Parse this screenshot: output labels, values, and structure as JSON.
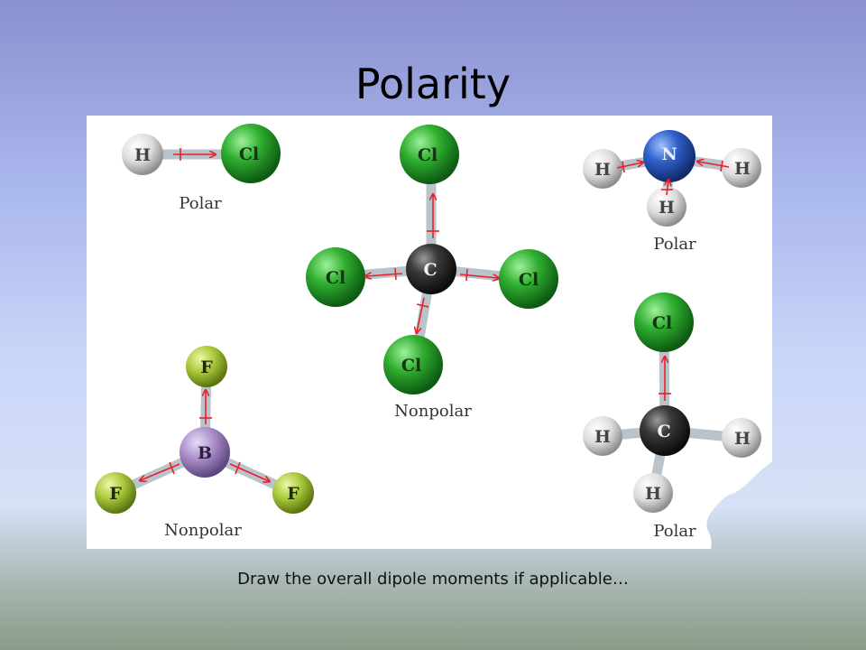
{
  "slide": {
    "title": "Polarity",
    "caption": "Draw the overall dipole moments if applicable…"
  },
  "molecules": {
    "hcl": {
      "atoms": [
        "H",
        "Cl"
      ],
      "label": "Polar"
    },
    "ccl4": {
      "atoms": [
        "C",
        "Cl",
        "Cl",
        "Cl",
        "Cl"
      ],
      "label": "Nonpolar"
    },
    "nh3": {
      "atoms": [
        "N",
        "H",
        "H",
        "H"
      ],
      "label": "Polar"
    },
    "bf3": {
      "atoms": [
        "B",
        "F",
        "F",
        "F"
      ],
      "label": "Nonpolar"
    },
    "ch3cl": {
      "atoms": [
        "C",
        "Cl",
        "H",
        "H",
        "H"
      ],
      "label": "Polar"
    }
  },
  "colors": {
    "chlorine": "#2fae2f",
    "hydrogen": "#e6e6e6",
    "carbon": "#2a2a2a",
    "nitrogen": "#2f5fc8",
    "boron": "#a98cc8",
    "fluorine": "#a8c83a",
    "bond": "#b9c3cc",
    "dipole_arrow": "#e8202a"
  }
}
